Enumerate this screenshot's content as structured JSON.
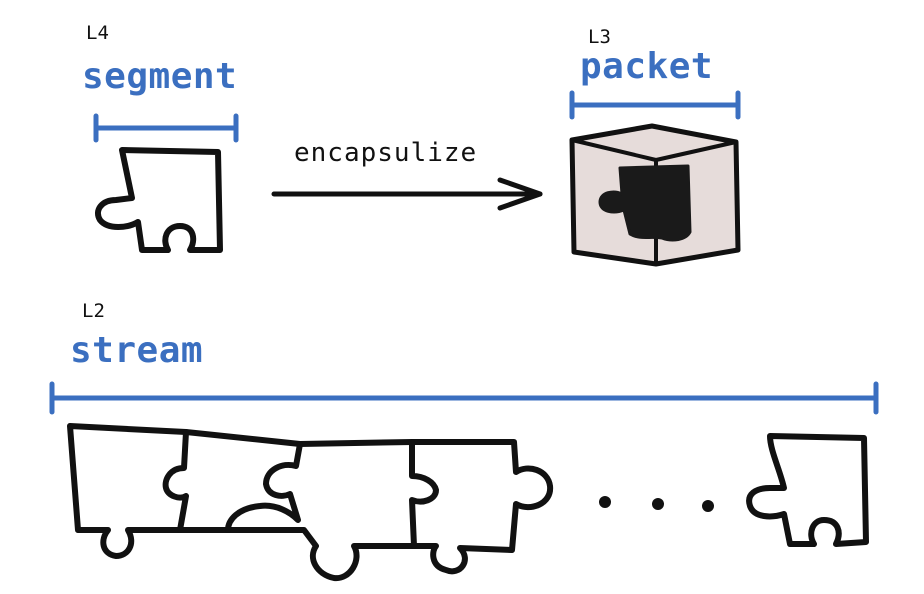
{
  "colors": {
    "accent": "#3b6fc0",
    "ink": "#111111",
    "box_fill": "#e6dcda"
  },
  "segment": {
    "layer": "L4",
    "label": "segment"
  },
  "operation": {
    "label": "encapsulize"
  },
  "packet": {
    "layer": "L3",
    "label": "packet"
  },
  "stream": {
    "layer": "L2",
    "label": "stream"
  },
  "icons": [
    "puzzle-piece-icon",
    "arrow-right-icon",
    "box-icon",
    "puzzle-strip-icon",
    "ellipsis-dots-icon"
  ]
}
